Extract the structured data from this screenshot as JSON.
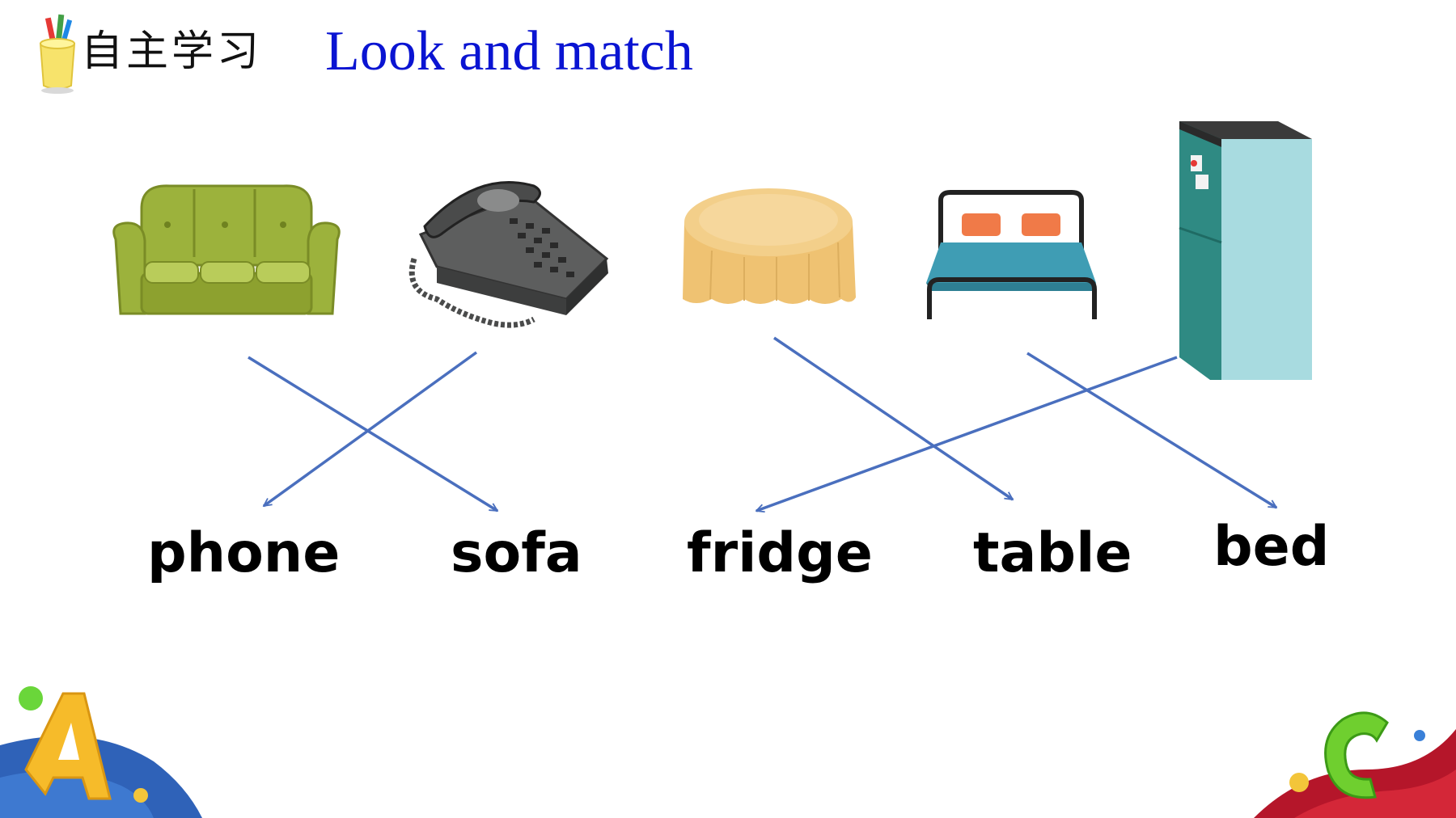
{
  "header": {
    "section_label": "自主学习",
    "title": "Look and match"
  },
  "pictures": [
    {
      "name": "sofa",
      "icon": "sofa-picture"
    },
    {
      "name": "phone",
      "icon": "telephone-picture"
    },
    {
      "name": "table",
      "icon": "table-picture"
    },
    {
      "name": "bed",
      "icon": "bed-picture"
    },
    {
      "name": "fridge",
      "icon": "fridge-picture"
    }
  ],
  "words": [
    "phone",
    "sofa",
    "fridge",
    "table",
    "bed"
  ],
  "matches": [
    {
      "picture": "sofa",
      "word": "sofa"
    },
    {
      "picture": "phone",
      "word": "phone"
    },
    {
      "picture": "table",
      "word": "table"
    },
    {
      "picture": "bed",
      "word": "bed"
    },
    {
      "picture": "fridge",
      "word": "fridge"
    }
  ],
  "colors": {
    "title": "#0a14d2",
    "arrows": "#4a6fbe",
    "sofa": "#9aae3a",
    "phone": "#5d5e5e",
    "table": "#f0c87e",
    "bed": "#3f9db4",
    "fridge": "#2f8a83"
  }
}
